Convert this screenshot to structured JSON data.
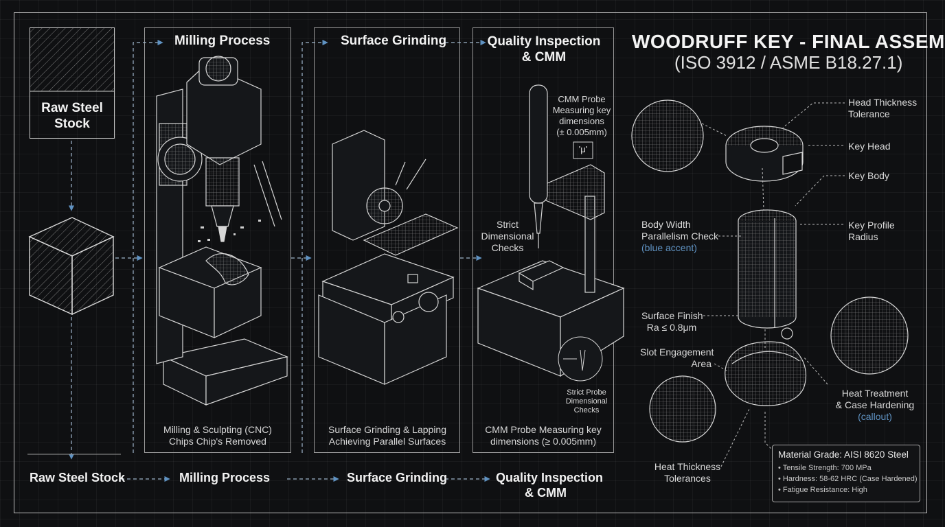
{
  "title": {
    "main": "WOODRUFF KEY - FINAL ASSEMBLY",
    "standard": "(ISO 3912 / ASME B18.27.1)"
  },
  "stages": {
    "raw": "Raw Steel Stock",
    "milling": "Milling Process",
    "grinding": "Surface Grinding",
    "inspection": "Quality Inspection & CMM"
  },
  "captions": {
    "milling": [
      "Milling & Sculpting (CNC)",
      "Chips Chip's Removed"
    ],
    "grinding": [
      "Surface Grinding & Lapping",
      "Achieving Parallel Surfaces"
    ],
    "inspection": [
      "CMM Probe Measuring key",
      "dimensions (≥ 0.005mm)"
    ]
  },
  "cmm_labels": {
    "probe": [
      "CMM Probe",
      "Measuring key",
      "dimensions",
      "(± 0.005mm)"
    ],
    "strict": [
      "Strict",
      "Dimensional",
      "Checks"
    ],
    "detail": [
      "Strict Probe",
      "Dimensional",
      "Checks"
    ],
    "micro_symbol": "'μ'"
  },
  "bottom_flow": [
    "Raw Steel Stock",
    "Milling Process",
    "Surface Grinding",
    "Quality Inspection",
    "& CMM"
  ],
  "assembly_labels": {
    "head_thickness": [
      "Head Thickness",
      "Tolerance"
    ],
    "key_head": "Key Head",
    "key_body": "Key Body",
    "key_profile": [
      "Key Profile",
      "Radius"
    ],
    "body_width": [
      "Body Width",
      "Parallelism Check"
    ],
    "blue_accent": "(blue accent)",
    "surface_finish": [
      "Surface Finish",
      "Ra ≤ 0.8μm"
    ],
    "slot_engagement": [
      "Slot Engagement",
      "Area"
    ],
    "heat_treatment": [
      "Heat Treatment",
      "& Case Hardening"
    ],
    "callout": "(callout)",
    "heat_thickness": [
      "Heat Thickness",
      "Tolerances"
    ]
  },
  "material": {
    "grade": "Material Grade: AISI 8620 Steel",
    "tensile": "Tensile Strength: 700 MPa",
    "hardness": "Hardness: 58-62 HRC (Case Hardened)",
    "fatigue": "Fatigue Resistance: High"
  },
  "colors": {
    "accent": "#5f92c2",
    "line": "#d0d0d0",
    "panel": "#9a9a9a"
  }
}
